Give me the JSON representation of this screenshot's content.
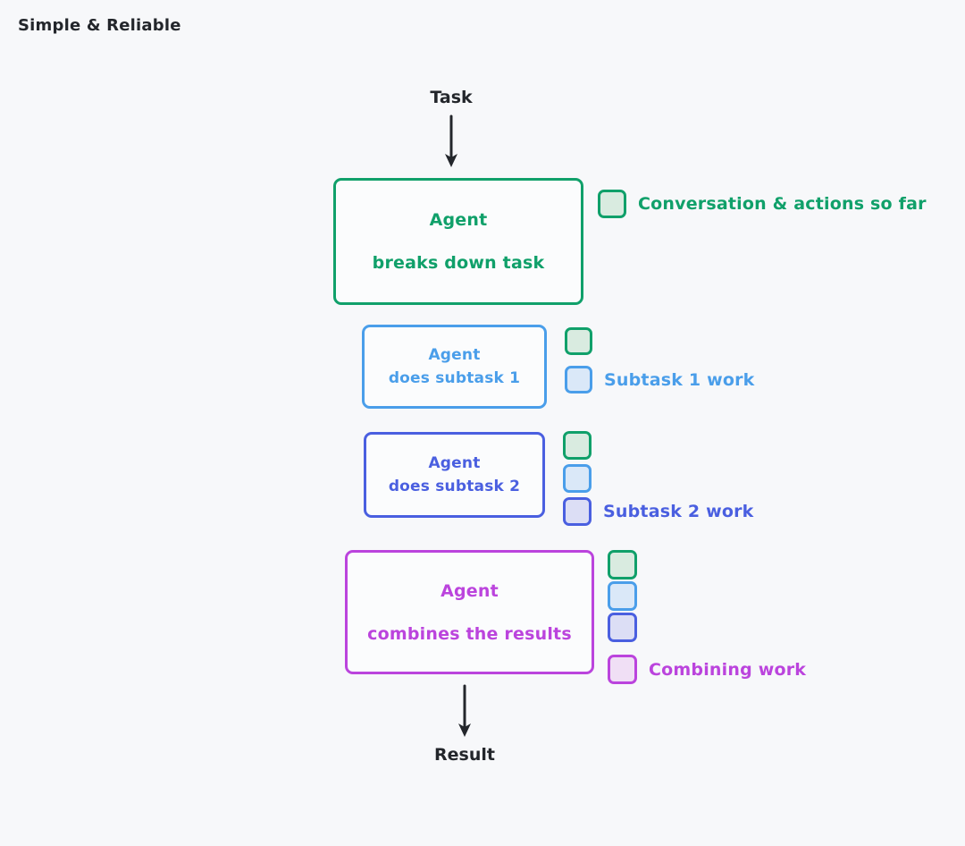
{
  "page": {
    "title": "Simple & Reliable",
    "background_color": "#f7f8fa"
  },
  "flow": {
    "input_label": "Task",
    "output_label": "Result",
    "arrow_color": "#23262b"
  },
  "colors": {
    "green": "#10a06a",
    "green_fill": "#d9ebe0",
    "blue": "#4a9eea",
    "blue_fill": "#dae8f8",
    "indigo": "#4a5fe0",
    "indigo_fill": "#dcdef5",
    "purple": "#bb44dd",
    "purple_fill": "#f0dff5",
    "text_dark": "#23262b"
  },
  "boxes": [
    {
      "id": "breakdown",
      "line1": "Agent",
      "line2": "breaks down task",
      "color": "#10a06a"
    },
    {
      "id": "subtask1",
      "line1": "Agent",
      "line2": "does subtask 1",
      "color": "#4a9eea"
    },
    {
      "id": "subtask2",
      "line1": "Agent",
      "line2": "does subtask 2",
      "color": "#4a5fe0"
    },
    {
      "id": "combine",
      "line1": "Agent",
      "line2": "combines the results",
      "color": "#bb44dd"
    }
  ],
  "legends": [
    {
      "id": "conversation",
      "label": "Conversation & actions so far",
      "label_color": "#10a06a",
      "swatches": [
        "green"
      ]
    },
    {
      "id": "subtask1",
      "label": "Subtask 1 work",
      "label_color": "#4a9eea",
      "swatches": [
        "green",
        "blue"
      ]
    },
    {
      "id": "subtask2",
      "label": "Subtask 2 work",
      "label_color": "#4a5fe0",
      "swatches": [
        "green",
        "blue",
        "indigo"
      ]
    },
    {
      "id": "combine",
      "label": "Combining work",
      "label_color": "#bb44dd",
      "swatches": [
        "green",
        "blue",
        "indigo",
        "purple"
      ]
    }
  ]
}
